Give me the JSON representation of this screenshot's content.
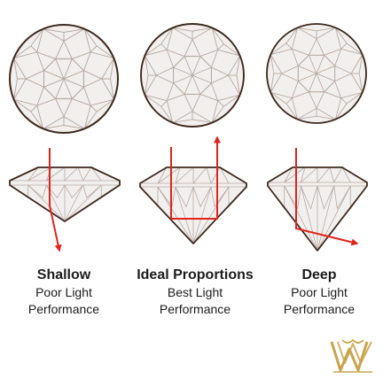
{
  "diagrams": [
    {
      "key": "shallow",
      "name": "Shallow",
      "line1": "Poor Light",
      "line2": "Performance"
    },
    {
      "key": "ideal",
      "name": "Ideal Proportions",
      "line1": "Best Light",
      "line2": "Performance"
    },
    {
      "key": "deep",
      "name": "Deep",
      "line1": "Poor Light",
      "line2": "Performance"
    }
  ],
  "colors": {
    "outline": "#3f2a1e",
    "facet_line": "#b7aaa2",
    "facet_fill": "#f2f0ef",
    "light_ray": "#e2231a",
    "caption_text": "#1c1c1c",
    "logo_gold": "#c9a44c"
  },
  "logo": {
    "icon": "gold-w-crest-logo-icon"
  }
}
